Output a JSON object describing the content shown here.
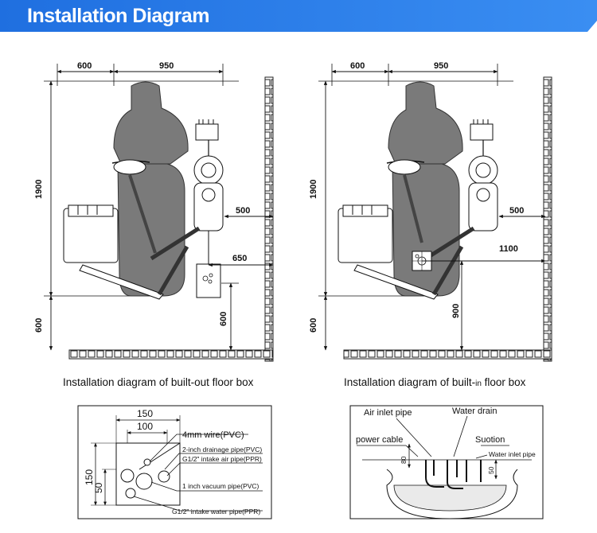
{
  "header": {
    "title": "Installation Diagram"
  },
  "left_diagram": {
    "caption": "Installation diagram of built-out floor box",
    "dims": {
      "top_left": "600",
      "top_right": "950",
      "height": "1900",
      "bottom": "600",
      "right_side": "500",
      "box_offset": "650",
      "box_bottom": "600"
    }
  },
  "right_diagram": {
    "caption_main": "Installation diagram of built-",
    "caption_small": "in",
    "caption_end": " floor box",
    "dims": {
      "top_left": "600",
      "top_right": "950",
      "height": "1900",
      "bottom": "600",
      "right_side": "500",
      "box_offset": "1100",
      "box_bottom": "900"
    }
  },
  "floor_box_detail": {
    "dims": {
      "width_outer": "150",
      "width_inner": "100",
      "height_outer": "150",
      "height_inner": "50"
    },
    "labels": {
      "wire": "4mm wire(PVC)",
      "drain": "2-inch drainage pipe(PVC)",
      "air": "G1/2\" intake air pipe(PPR)",
      "vacuum": "1 inch vacuum pipe(PVC)",
      "water": "G1/2\" intake water pipe(PPR)"
    }
  },
  "section_detail": {
    "labels": {
      "air_inlet": "Air inlet pipe",
      "water_drain": "Water drain",
      "power": "power cable",
      "suction": "Suotion",
      "water_inlet": "Water inlet pipe",
      "d80": "80",
      "d50": "50"
    }
  }
}
